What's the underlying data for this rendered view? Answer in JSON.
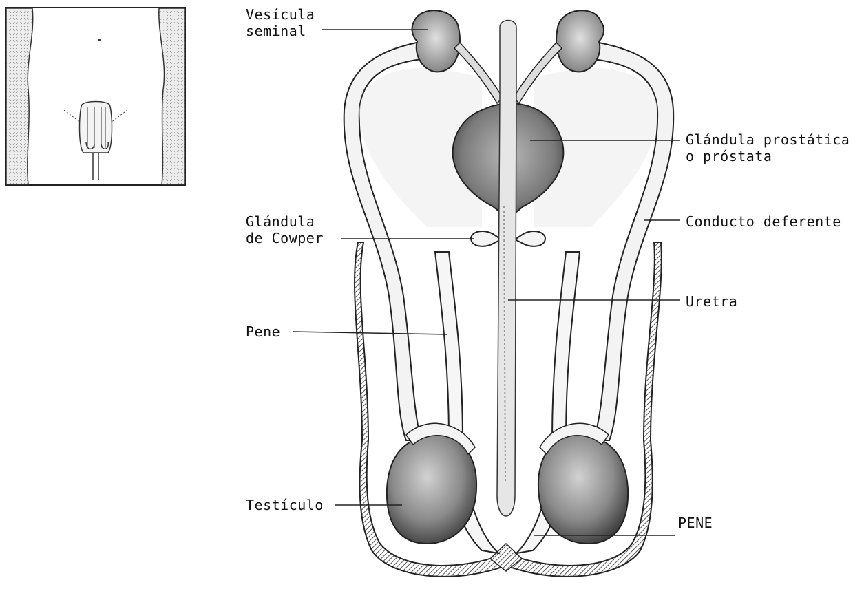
{
  "diagram": {
    "labels": {
      "vesicula_line1": "Vesícula",
      "vesicula_line2": "seminal",
      "prostata_line1": "Glándula prostática",
      "prostata_line2": "o próstata",
      "cowper_line1": "Glándula",
      "cowper_line2": "de Cowper",
      "conducto": "Conducto deferente",
      "uretra": "Uretra",
      "pene": "Pene",
      "testiculo": "Testículo",
      "pene_caps": "PENE"
    }
  },
  "colors": {
    "ink": "#111111",
    "stipple": "#8a8a8a",
    "light_fill": "#e4e4e4",
    "thumb_fill": "#d6d6d6"
  }
}
